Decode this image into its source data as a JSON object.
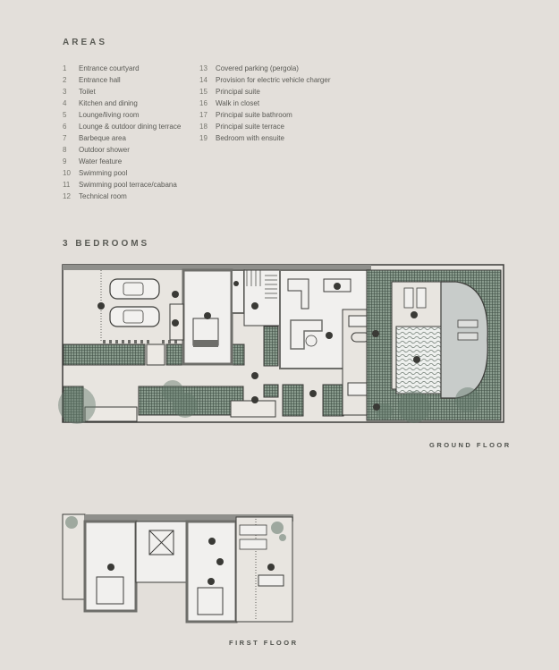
{
  "areas": {
    "title": "AREAS",
    "items": [
      {
        "num": "1",
        "label": "Entrance courtyard"
      },
      {
        "num": "2",
        "label": "Entrance hall"
      },
      {
        "num": "3",
        "label": "Toilet"
      },
      {
        "num": "4",
        "label": "Kitchen and dining"
      },
      {
        "num": "5",
        "label": "Lounge/living room"
      },
      {
        "num": "6",
        "label": "Lounge & outdoor dining terrace"
      },
      {
        "num": "7",
        "label": "Barbeque area"
      },
      {
        "num": "8",
        "label": "Outdoor shower"
      },
      {
        "num": "9",
        "label": "Water feature"
      },
      {
        "num": "10",
        "label": "Swimming pool"
      },
      {
        "num": "11",
        "label": "Swimming pool terrace/cabana"
      },
      {
        "num": "12",
        "label": "Technical room"
      },
      {
        "num": "13",
        "label": "Covered parking (pergola)"
      },
      {
        "num": "14",
        "label": "Provision for electric vehicle charger"
      },
      {
        "num": "15",
        "label": "Principal suite"
      },
      {
        "num": "16",
        "label": "Walk in closet"
      },
      {
        "num": "17",
        "label": "Principal suite bathroom"
      },
      {
        "num": "18",
        "label": "Principal suite terrace"
      },
      {
        "num": "19",
        "label": "Bedroom with ensuite"
      }
    ]
  },
  "plan": {
    "title": "3 BEDROOMS",
    "ground_floor_label": "GROUND FLOOR",
    "first_floor_label": "FIRST FLOOR"
  },
  "colors": {
    "background": "#e3dfda",
    "wall": "#3d3d3a",
    "garden": "#8a9c8e",
    "pool": "#c8ccca",
    "floor": "#f1f0ee"
  }
}
